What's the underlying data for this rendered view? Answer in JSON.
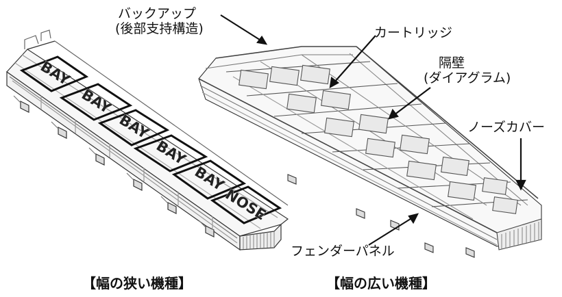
{
  "narrow": {
    "bays": [
      "BAY",
      "BAY",
      "BAY",
      "BAY",
      "BAY"
    ],
    "nose": "NOSE",
    "caption": "【幅の狭い機種】"
  },
  "wide": {
    "caption": "【幅の広い機種】"
  },
  "labels": {
    "backup_line1": "バックアップ",
    "backup_line2": "(後部支持構造)",
    "cartridge": "カートリッジ",
    "bulkhead_line1": "隔壁",
    "bulkhead_line2": "(ダイアグラム)",
    "nose_cover": "ノーズカバー",
    "fender_panel": "フェンダーパネル"
  }
}
